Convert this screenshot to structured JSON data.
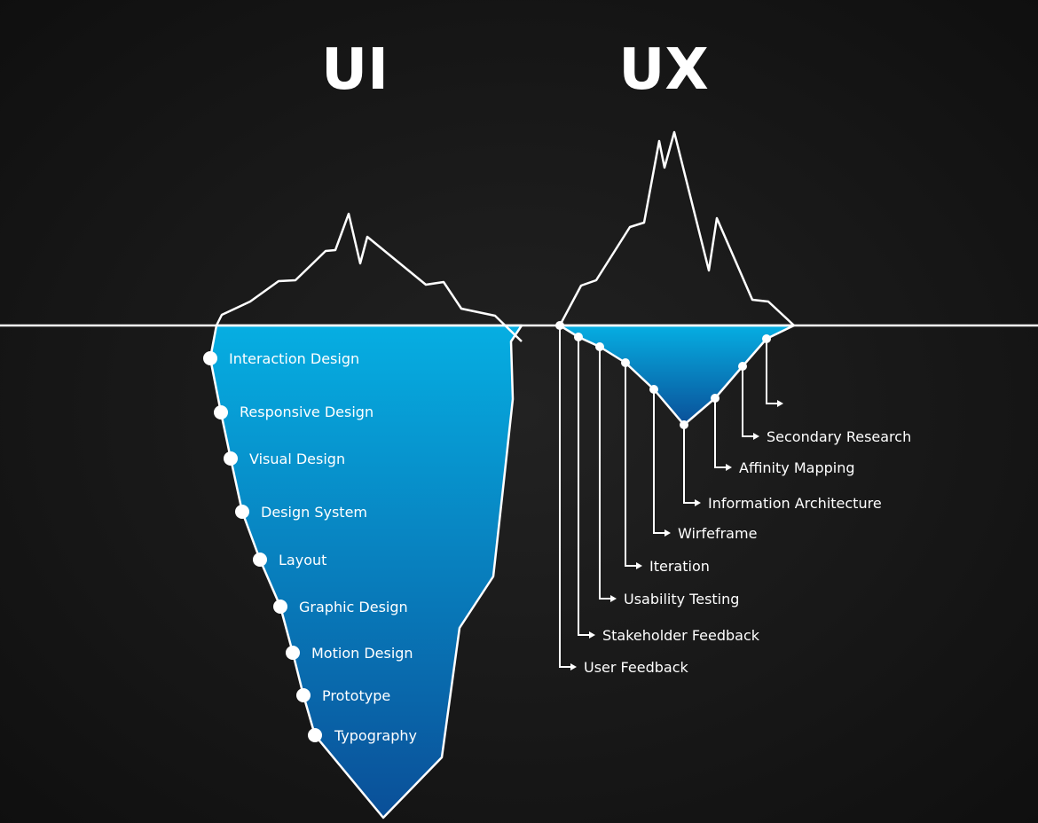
{
  "ui": {
    "heading": "UI",
    "items": [
      "Interaction Design",
      "Responsive Design",
      "Visual Design",
      "Design System",
      "Layout",
      "Graphic Design",
      "Motion Design",
      "Prototype",
      "Typography"
    ]
  },
  "ux": {
    "heading": "UX",
    "items": [
      "User Feedback",
      "Stakeholder Feedback",
      "Usability Testing",
      "Iteration",
      "Wirfeframe",
      "Information Architecture",
      "Affinity Mapping",
      "Secondary Research"
    ]
  },
  "colors": {
    "background": "#151515",
    "water_top": "#06aee2",
    "water_bottom": "#0a4f98",
    "line": "#ffffff"
  }
}
